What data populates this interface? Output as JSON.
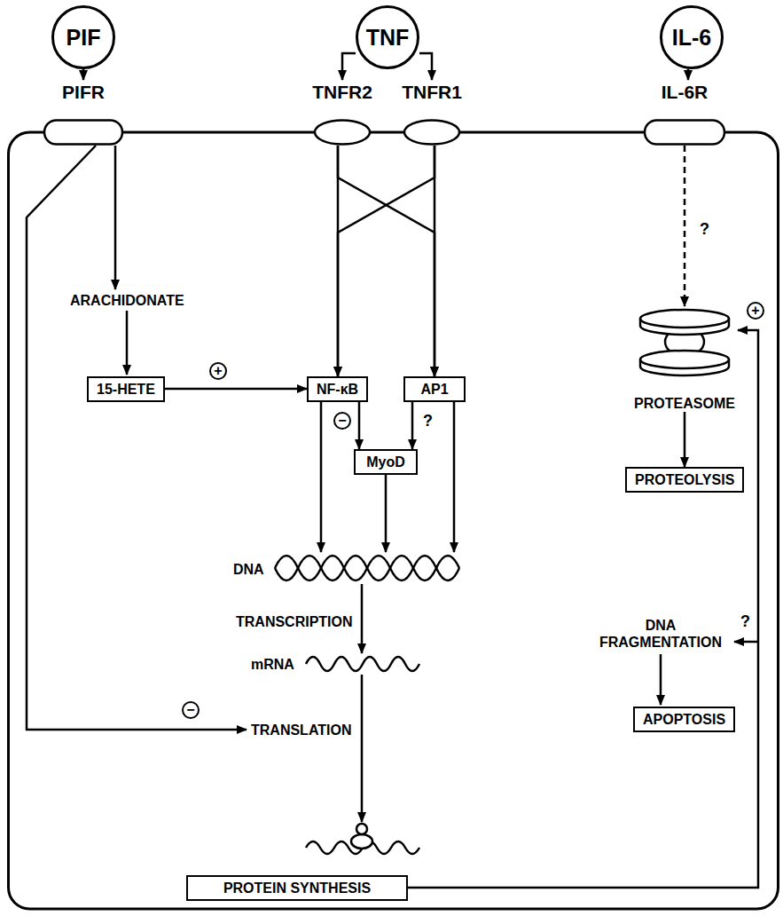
{
  "diagram": {
    "nodes": [
      {
        "text": [
          "PIF"
        ]
      },
      {
        "text": [
          "TNF"
        ]
      },
      {
        "text": [
          "IL-6"
        ]
      },
      {
        "text": [
          "PIFR"
        ]
      },
      {
        "text": [
          "TNFR2"
        ]
      },
      {
        "text": [
          "TNFR1"
        ]
      },
      {
        "text": [
          "IL-6R"
        ]
      },
      {
        "text": [
          "15-HETE"
        ]
      },
      {
        "text": [
          "NF-κB"
        ]
      },
      {
        "text": [
          "AP1"
        ]
      },
      {
        "text": [
          "PROTEASOME"
        ]
      },
      {
        "text": [
          "MyoD"
        ]
      },
      {
        "text": [
          "PROTEOLYSIS"
        ]
      },
      {
        "text": [
          "APOPTOSIS"
        ]
      },
      {
        "text": [
          "PROTEIN SYNTHESIS"
        ]
      }
    ],
    "edges": [
      {
        "from": 0,
        "to": 3,
        "arrow": "to"
      },
      {
        "from": 1,
        "to": 4,
        "arrow": "to"
      },
      {
        "from": 1,
        "to": 5,
        "arrow": "to"
      },
      {
        "from": 2,
        "to": 6,
        "arrow": "to"
      },
      {
        "from": 4,
        "to": 8,
        "arrow": "to"
      },
      {
        "from": 4,
        "to": 9,
        "arrow": "to"
      },
      {
        "from": 5,
        "to": 9,
        "arrow": "to"
      },
      {
        "from": 5,
        "to": 8,
        "arrow": "to"
      },
      {
        "from": 6,
        "to": 10,
        "label": "?",
        "arrow": "to"
      },
      {
        "from": 7,
        "to": 8,
        "label": "+",
        "arrow": "to"
      },
      {
        "from": 8,
        "to": 11,
        "label": "−",
        "arrow": "to"
      },
      {
        "from": 9,
        "to": 11,
        "label": "?",
        "arrow": "to"
      },
      {
        "from": 10,
        "to": 12,
        "arrow": "to"
      },
      {
        "from": 14,
        "to": 10,
        "label": "+",
        "arrow": "to"
      }
    ],
    "labels": [
      "ARACHIDONATE",
      "DNA",
      "TRANSCRIPTION",
      "mRNA",
      "TRANSLATION",
      "DNA FRAGMENTATION",
      "?",
      "−"
    ]
  }
}
